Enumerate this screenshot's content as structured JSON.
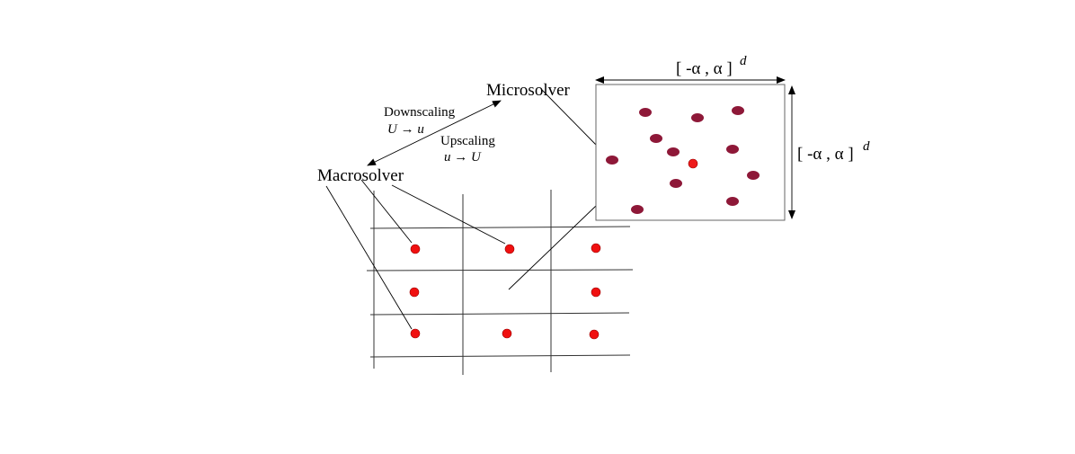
{
  "labels": {
    "microsolver": "Microsolver",
    "macrosolver": "Macrosolver",
    "downscaling": "Downscaling",
    "downscaling_map": "U → u",
    "upscaling": "Upscaling",
    "upscaling_map": "u → U",
    "domain_width": "[ -α , α ]",
    "domain_width_exp": "d",
    "domain_height": "[ -α , α ]",
    "domain_height_exp": "d"
  },
  "colors": {
    "macro_point": "#f01010",
    "micro_particle": "#8e1838",
    "micro_center": "#ee1a1a",
    "line": "#000000"
  },
  "icons": {
    "macro_point": "filled-circle",
    "micro_particle": "filled-ellipse"
  }
}
